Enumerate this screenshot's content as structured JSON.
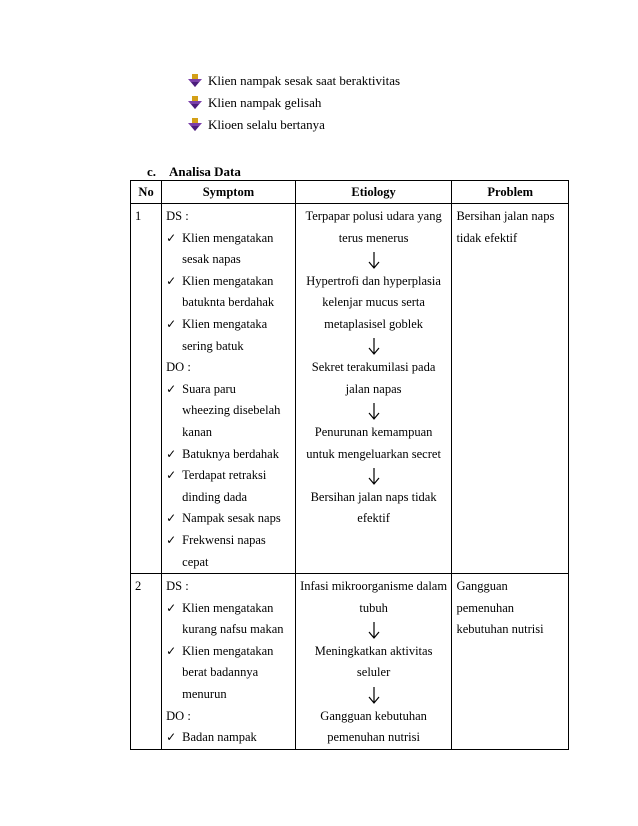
{
  "bullets": [
    "Klien nampak sesak saat beraktivitas",
    "Klien nampak gelisah",
    "Klioen selalu bertanya"
  ],
  "section": {
    "label": "c.",
    "title": "Analisa Data"
  },
  "table": {
    "headers": [
      "No",
      "Symptom",
      "Etiology",
      "Problem"
    ],
    "rows": [
      {
        "no": "1",
        "ds": "DS :",
        "ds_items": [
          [
            "Klien mengatakan",
            "sesak napas"
          ],
          [
            "Klien mengatakan",
            "batuknta berdahak"
          ],
          [
            "Klien mengataka",
            "sering batuk"
          ]
        ],
        "do": "DO :",
        "do_items": [
          [
            "Suara paru",
            "wheezing disebelah",
            "kanan"
          ],
          [
            "Batuknya berdahak"
          ],
          [
            "Terdapat retraksi",
            "dinding dada"
          ],
          [
            "Nampak sesak naps"
          ],
          [
            "Frekwensi napas",
            "cepat"
          ]
        ],
        "etiology": [
          [
            "Terpapar polusi udara yang",
            "terus menerus"
          ],
          [
            "Hypertrofi dan hyperplasia",
            "kelenjar mucus serta",
            "metaplasisel goblek"
          ],
          [
            "Sekret terakumilasi pada",
            "jalan napas"
          ],
          [
            "Penurunan kemampuan",
            "untuk mengeluarkan secret"
          ],
          [
            "Bersihan jalan naps tidak",
            "efektif"
          ]
        ],
        "problem": [
          "Bersihan jalan naps",
          "tidak efektif"
        ]
      },
      {
        "no": "2",
        "ds": "DS :",
        "ds_items": [
          [
            "Klien mengatakan",
            "kurang nafsu makan"
          ],
          [
            "Klien mengatakan",
            "berat badannya",
            "menurun"
          ]
        ],
        "do": "DO :",
        "do_items": [
          [
            "Badan nampak"
          ]
        ],
        "etiology": [
          [
            "Infasi mikroorganisme dalam",
            "tubuh"
          ],
          [
            "Meningkatkan aktivitas",
            "seluler"
          ],
          [
            "Gangguan kebutuhan",
            "pemenuhan nutrisi"
          ]
        ],
        "problem": [
          "Gangguan",
          "pemenuhan",
          "kebutuhan nutrisi"
        ]
      }
    ]
  }
}
